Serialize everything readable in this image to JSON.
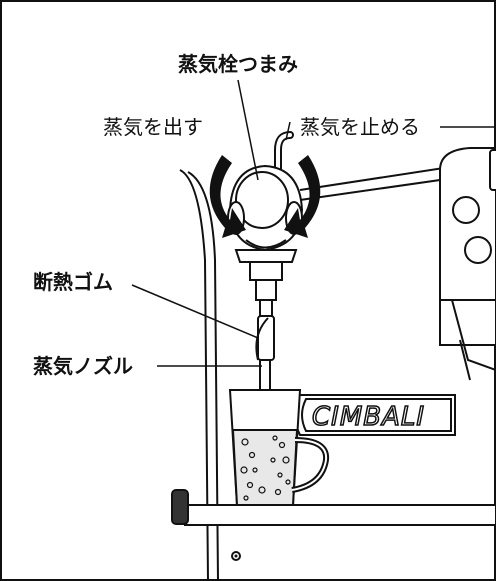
{
  "labels": {
    "steam_knob": "蒸気栓つまみ",
    "steam_on": "蒸気を出す",
    "steam_off": "蒸気を止める",
    "insulation_rubber": "断熱ゴム",
    "steam_nozzle": "蒸気ノズル"
  },
  "brand": "CIMBALI",
  "colors": {
    "line": "#111111",
    "machine_body": "#ffffff",
    "milk_bubbles": "#e8e8e8"
  }
}
